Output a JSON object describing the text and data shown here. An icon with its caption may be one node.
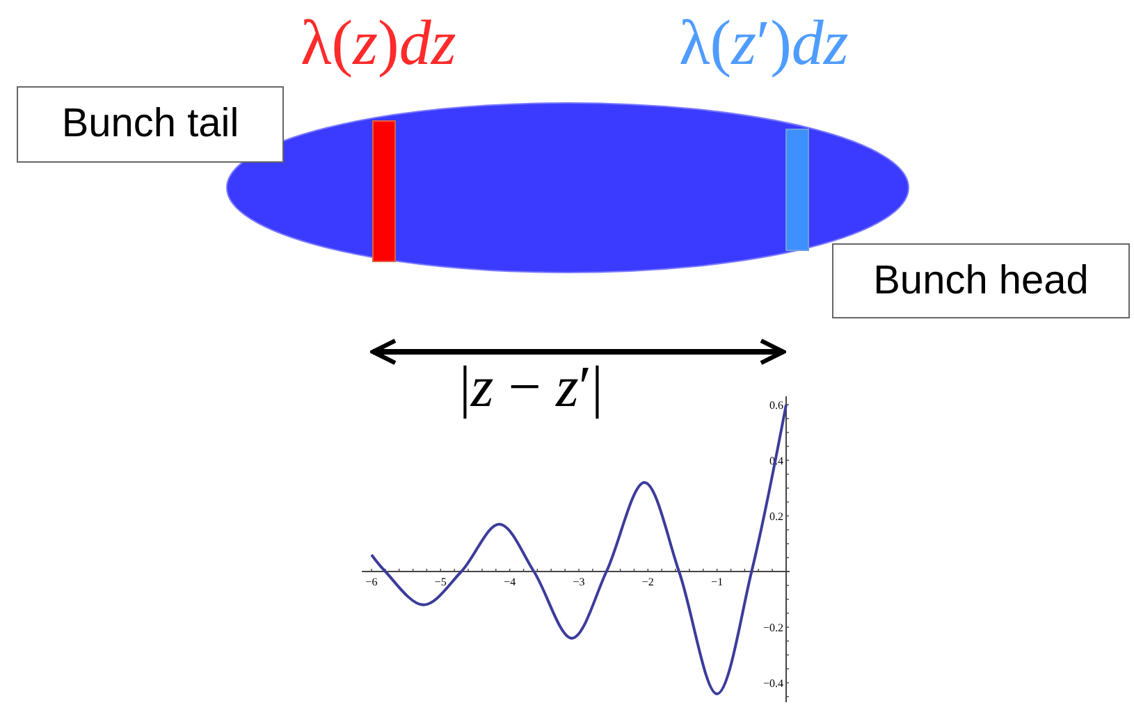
{
  "diagram": {
    "nodes": [
      {
        "text": [
          "Bunch tail"
        ]
      },
      {
        "text": [
          "Bunch head"
        ]
      }
    ],
    "edges": [],
    "labels": [
      "λ(*z*)*dz*",
      "λ(*z*′)*dz*",
      "|*z* − *z*′|"
    ],
    "chart_data": {
      "type": "line",
      "x": [
        -6,
        -5.8,
        -5.25,
        -4.7,
        -4.15,
        -3.65,
        -3.1,
        -2.6,
        -2.05,
        -1.55,
        -1.0,
        -0.5,
        0
      ],
      "series": [
        {
          "color": "#3c3c9c",
          "values": [
            0.06,
            0,
            -0.12,
            0,
            0.17,
            0,
            -0.24,
            0,
            0.32,
            0,
            -0.44,
            0,
            0.6
          ]
        }
      ],
      "xlim": [
        -6.14,
        0.05
      ],
      "ylim": [
        -0.47,
        0.63
      ],
      "xticks": [
        -6,
        -5,
        -4,
        -3,
        -2,
        -1
      ],
      "yticks": [
        -0.4,
        -0.2,
        0.2,
        0.4,
        0.6
      ]
    }
  }
}
